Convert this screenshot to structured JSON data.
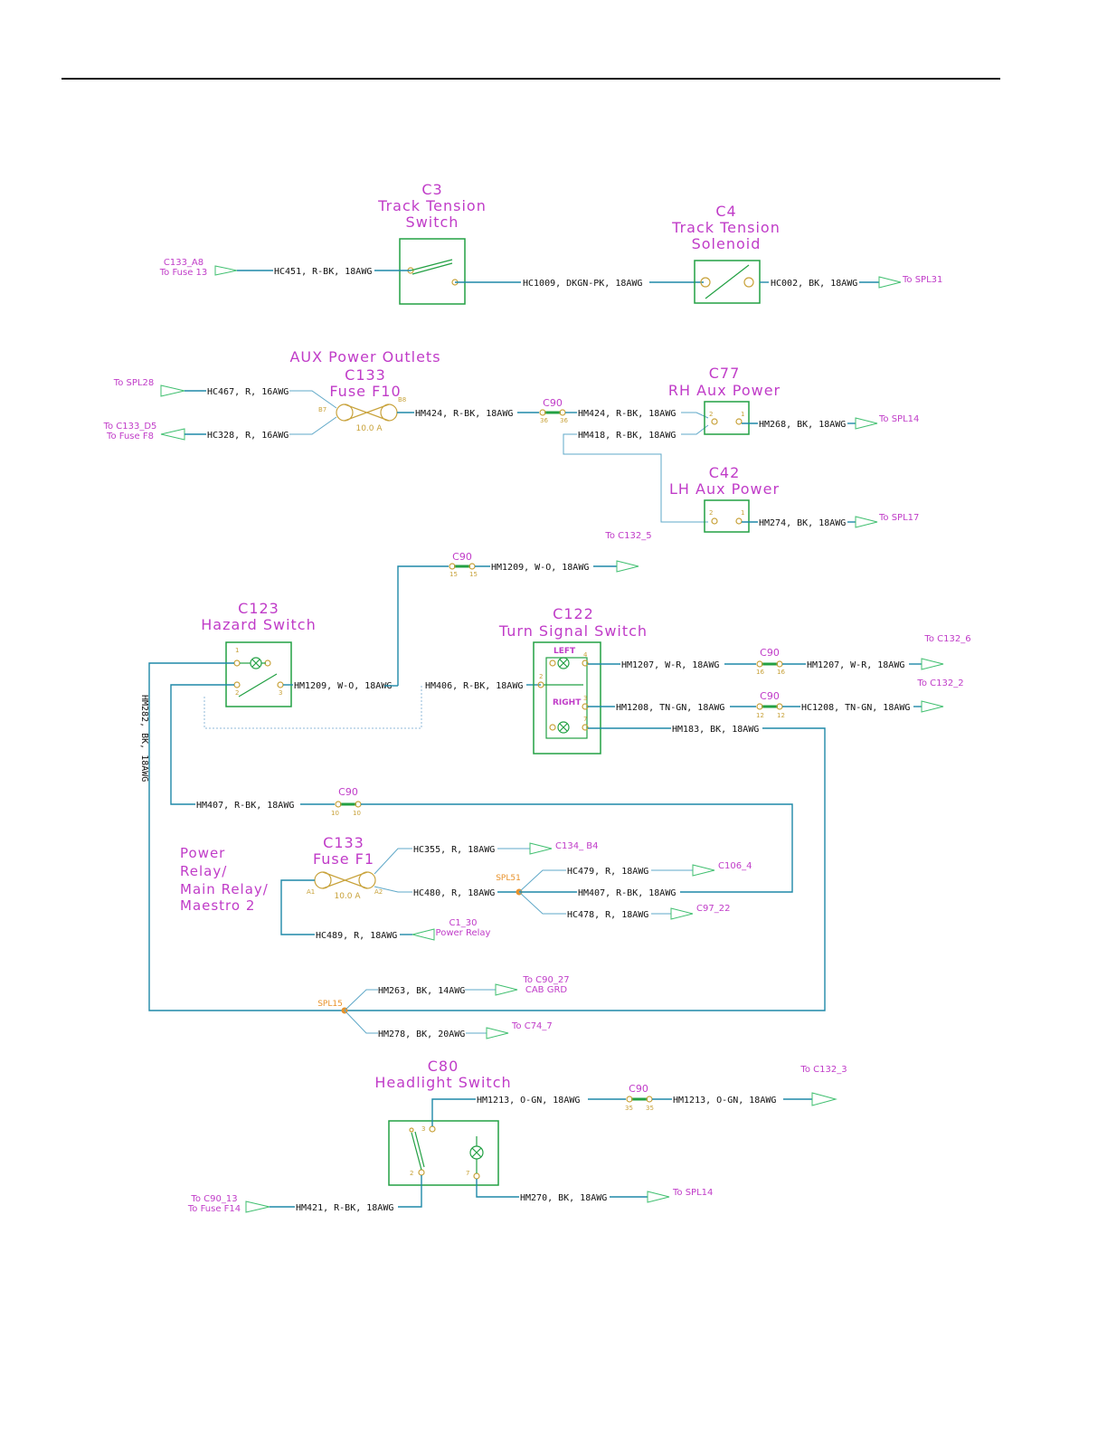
{
  "c3": {
    "id": "C3",
    "name1": "Track Tension",
    "name2": "Switch"
  },
  "c4": {
    "id": "C4",
    "name1": "Track Tension",
    "name2": "Solenoid"
  },
  "c133a": {
    "group": "AUX Power Outlets",
    "id": "C133",
    "name": "Fuse F10",
    "amp": "10.0 A",
    "pin_l": "B7",
    "pin_r": "B8"
  },
  "c77": {
    "id": "C77",
    "name": "RH Aux Power"
  },
  "c42": {
    "id": "C42",
    "name": "LH Aux Power"
  },
  "c123": {
    "id": "C123",
    "name": "Hazard Switch"
  },
  "c122": {
    "id": "C122",
    "name": "Turn Signal Switch",
    "left": "LEFT",
    "right": "RIGHT"
  },
  "c133b": {
    "id": "C133",
    "name": "Fuse F1",
    "amp": "10.0 A",
    "pin_l": "A1",
    "pin_r": "A2"
  },
  "power_relay": {
    "l1": "Power",
    "l2": "Relay/",
    "l3": "Main Relay/",
    "l4": "Maestro 2"
  },
  "c80": {
    "id": "C80",
    "name": "Headlight Switch"
  },
  "c90": "C90",
  "spl": {
    "spl51": "SPL51",
    "spl15": "SPL15"
  },
  "wires": {
    "hc451": "HC451, R-BK, 18AWG",
    "hc1009": "HC1009, DKGN-PK, 18AWG",
    "hc002": "HC002, BK, 18AWG",
    "hc467": "HC467, R, 16AWG",
    "hc328": "HC328, R, 16AWG",
    "hm424a": "HM424, R-BK, 18AWG",
    "hm424b": "HM424, R-BK, 18AWG",
    "hm418": "HM418, R-BK, 18AWG",
    "hm268": "HM268, BK, 18AWG",
    "hm274": "HM274, BK, 18AWG",
    "hm1209a": "HM1209, W-O, 18AWG",
    "hm1209b": "HM1209, W-O, 18AWG",
    "hm406": "HM406, R-BK, 18AWG",
    "hm1207a": "HM1207, W-R, 18AWG",
    "hm1207b": "HM1207, W-R, 18AWG",
    "hm1208": "HM1208, TN-GN, 18AWG",
    "hc1208": "HC1208, TN-GN, 18AWG",
    "hm183": "HM183, BK, 18AWG",
    "hm282": "HM282, BK, 18AWG",
    "hm407a": "HM407, R-BK, 18AWG",
    "hc355": "HC355, R, 18AWG",
    "hc480": "HC480, R, 18AWG",
    "hc479": "HC479, R, 18AWG",
    "hm407b": "HM407, R-BK, 18AWG",
    "hc478": "HC478, R, 18AWG",
    "hc489": "HC489, R, 18AWG",
    "hm263": "HM263, BK, 14AWG",
    "hm278": "HM278, BK, 20AWG",
    "hm1213a": "HM1213, O-GN, 18AWG",
    "hm1213b": "HM1213, O-GN, 18AWG",
    "hm421": "HM421, R-BK, 18AWG",
    "hm270": "HM270, BK, 18AWG"
  },
  "refs": {
    "c133_a8_1": "C133_A8",
    "c133_a8_2": "To Fuse 13",
    "spl31": "To SPL31",
    "spl28": "To SPL28",
    "c133_d5_1": "To C133_D5",
    "c133_d5_2": "To Fuse F8",
    "spl14a": "To SPL14",
    "spl17": "To SPL17",
    "c132_5": "To C132_5",
    "c132_6": "To C132_6",
    "c132_2": "To C132_2",
    "c134_b4": "C134_ B4",
    "c106_4": "C106_4",
    "c97_22": "C97_22",
    "c1_30_1": "C1_30",
    "c1_30_2": "Power Relay",
    "c90_27_1": "To C90_27",
    "c90_27_2": "CAB GRD",
    "c74_7": "To C74_7",
    "c132_3": "To C132_3",
    "c90_13_1": "To C90_13",
    "c90_13_2": "To Fuse F14",
    "spl14b": "To SPL14"
  },
  "pins": {
    "c90_a": [
      "36",
      "36"
    ],
    "c90_b": [
      "15",
      "15"
    ],
    "c90_c": [
      "16",
      "16"
    ],
    "c90_d": [
      "12",
      "12"
    ],
    "c90_e": [
      "10",
      "10"
    ],
    "c90_f": [
      "35",
      "35"
    ]
  }
}
